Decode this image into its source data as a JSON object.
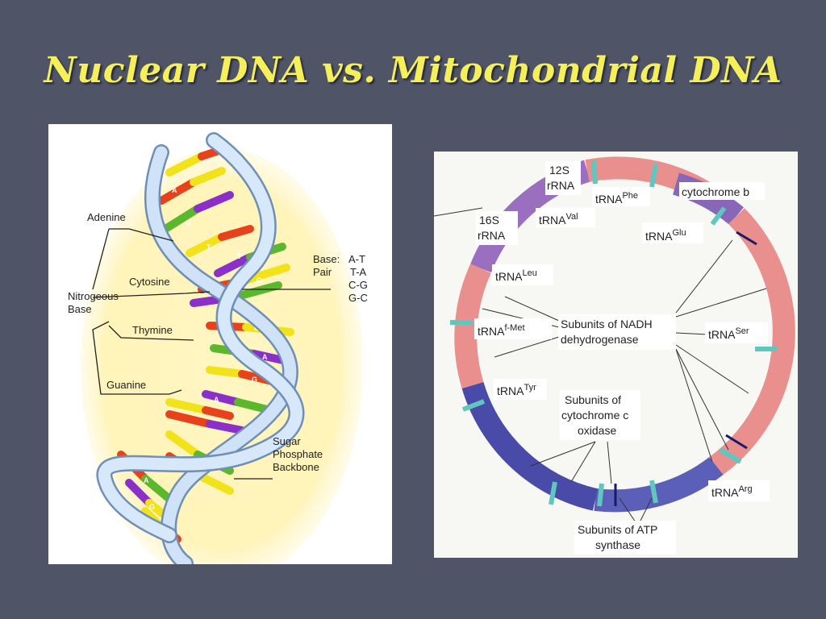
{
  "slide": {
    "title": "Nuclear DNA vs. Mitochondrial DNA"
  },
  "nuclear_dna": {
    "labels": {
      "adenine": "Adenine",
      "nitrogeous_base_line1": "Nitrogeous",
      "nitrogeous_base_line2": "Base",
      "cytosine": "Cytosine",
      "thymine": "Thymine",
      "guanine": "Guanine",
      "base_pair_line1": "Base:",
      "base_pair_line2": "Pair",
      "pair_1": "A-T",
      "pair_2": "T-A",
      "pair_3": "C-G",
      "pair_4": "G-C",
      "backbone_line1": "Sugar",
      "backbone_line2": "Phosphate",
      "backbone_line3": "Backbone"
    },
    "colors": {
      "adenine": "#e8421c",
      "thymine": "#f2e21a",
      "cytosine": "#5bb82c",
      "guanine": "#8b2fc9",
      "backbone": "#cfe2f7",
      "glow": "#fff1a8"
    }
  },
  "mitochondrial_dna": {
    "labels": {
      "rrna12s_a": "12S",
      "rrna12s_b": "rRNA",
      "rrna16s_a": "16S",
      "rrna16s_b": "rRNA",
      "trna_phe_main": "tRNA",
      "trna_phe_sup": "Phe",
      "trna_val_main": "tRNA",
      "trna_val_sup": "Val",
      "cytochrome_b": "cytochrome b",
      "trna_glu_main": "tRNA",
      "trna_glu_sup": "Glu",
      "trna_leu_main": "tRNA",
      "trna_leu_sup": "Leu",
      "trna_fmet_main": "tRNA",
      "trna_fmet_sup": "f-Met",
      "nadh_line1": "Subunits of NADH",
      "nadh_line2": "dehydrogenase",
      "trna_ser_main": "tRNA",
      "trna_ser_sup": "Ser",
      "trna_tyr_main": "tRNA",
      "trna_tyr_sup": "Tyr",
      "cox_line1": "Subunits of",
      "cox_line2": "cytochrome c",
      "cox_line3": "oxidase",
      "trna_arg_main": "tRNA",
      "trna_arg_sup": "Arg",
      "atp_line1": "Subunits of ATP",
      "atp_line2": "synthase"
    },
    "colors": {
      "rrna": "#9a6fc0",
      "nadh": "#e9908e",
      "cox": "#4a4aa8",
      "atp": "#5b5fb8",
      "trna": "#5fc7bf",
      "cytb": "#8866b8"
    }
  }
}
